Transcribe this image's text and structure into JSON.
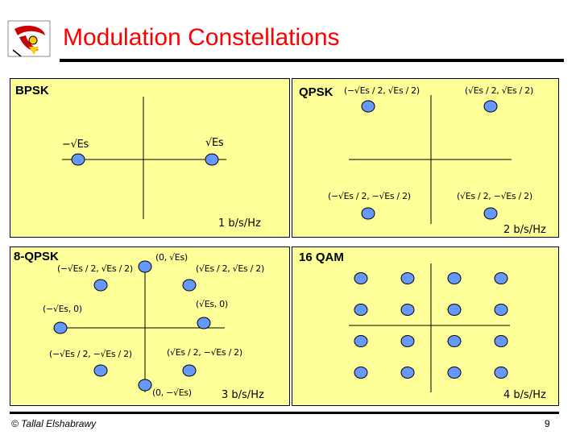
{
  "slide": {
    "title": "Modulation Constellations",
    "footer_left": "© Tallal Elshabrawy",
    "page_number": "9"
  },
  "colors": {
    "panel_bg": "#ffff99",
    "point_fill": "#6699ff",
    "title_color": "#ff0000",
    "logo_red": "#cc0000",
    "logo_yellow": "#ffcc00"
  },
  "icons": {
    "logo": "university-logo-icon"
  },
  "panels": {
    "bpsk": {
      "label": "BPSK",
      "rate": "1 b/s/Hz",
      "points": [
        {
          "label": "−√Es"
        },
        {
          "label": "√Es"
        }
      ]
    },
    "qpsk": {
      "label": "QPSK",
      "rate": "2 b/s/Hz",
      "points": [
        {
          "label": "(−√Es / 2, √Es / 2)"
        },
        {
          "label": "(√Es / 2, √Es / 2)"
        },
        {
          "label": "(−√Es / 2, −√Es / 2)"
        },
        {
          "label": "(√Es / 2, −√Es / 2)"
        }
      ]
    },
    "psk8": {
      "label": "8-QPSK",
      "rate": "3 b/s/Hz",
      "points": [
        {
          "label": "(0, √Es)"
        },
        {
          "label": "(−√Es / 2, √Es / 2)"
        },
        {
          "label": "(√Es / 2, √Es / 2)"
        },
        {
          "label": "(−√Es, 0)"
        },
        {
          "label": "(√Es, 0)"
        },
        {
          "label": "(−√Es / 2, −√Es / 2)"
        },
        {
          "label": "(√Es / 2, −√Es / 2)"
        },
        {
          "label": "(0, −√Es)"
        }
      ]
    },
    "qam16": {
      "label": "16 QAM",
      "rate": "4 b/s/Hz",
      "points": [
        {
          "i": -3,
          "q": 3
        },
        {
          "i": -1,
          "q": 3
        },
        {
          "i": 1,
          "q": 3
        },
        {
          "i": 3,
          "q": 3
        },
        {
          "i": -3,
          "q": 1
        },
        {
          "i": -1,
          "q": 1
        },
        {
          "i": 1,
          "q": 1
        },
        {
          "i": 3,
          "q": 1
        },
        {
          "i": -3,
          "q": -1
        },
        {
          "i": -1,
          "q": -1
        },
        {
          "i": 1,
          "q": -1
        },
        {
          "i": 3,
          "q": -1
        },
        {
          "i": -3,
          "q": -3
        },
        {
          "i": -1,
          "q": -3
        },
        {
          "i": 1,
          "q": -3
        },
        {
          "i": 3,
          "q": -3
        }
      ]
    }
  }
}
